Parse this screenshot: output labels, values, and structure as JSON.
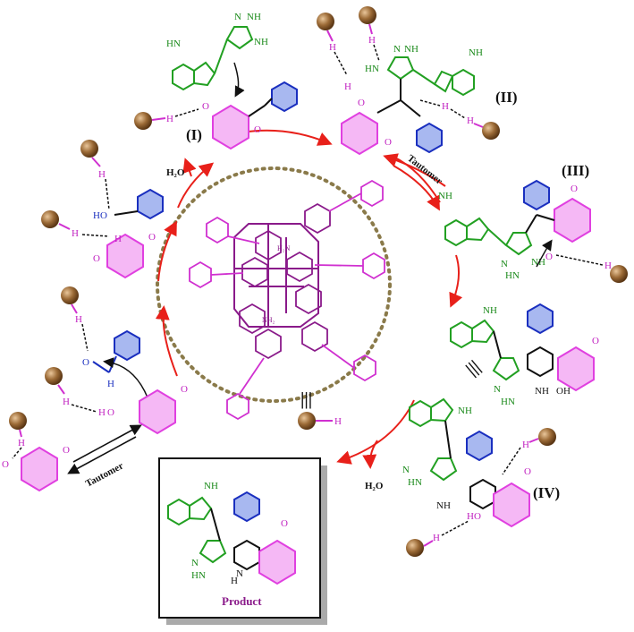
{
  "labels": {
    "step1": "(I)",
    "step2": "(II)",
    "step3": "(III)",
    "step4": "(IV)",
    "tautomer_top": "Tautomer",
    "tautomer_bottom": "Tautomer",
    "water_top": "H₂O",
    "water_bottom": "H₂O",
    "product": "Product",
    "equiv_symbol": "|||",
    "catalyst_h": "H"
  },
  "atoms": {
    "H": "H",
    "O": "O",
    "HO": "HO",
    "OH": "OH",
    "NH": "NH",
    "HN": "HN",
    "N": "N",
    "H2N": "H₂N",
    "NH2": "NH₂"
  },
  "colors": {
    "cycle_arrow": "#e8201a",
    "dione": "#e040e0",
    "benzaldehyde": "#1a2fbf",
    "pyrazole": "#22a022",
    "catalyst": "#8a1a8a",
    "urea": "#d030d0",
    "bead": "#8b5a2b",
    "dotted_circle": "#8a7a4a"
  }
}
